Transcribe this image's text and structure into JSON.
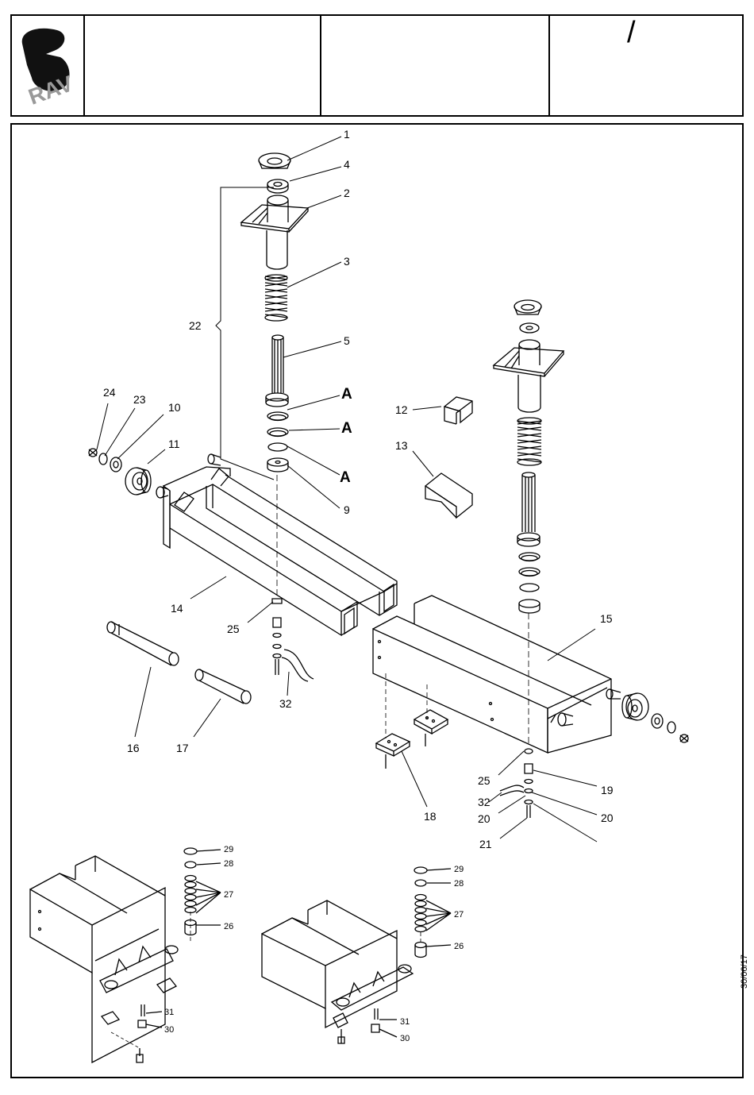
{
  "header": {
    "logo_text": "RAV",
    "cell_mark": "/"
  },
  "date_stamp": "30/06/17",
  "callouts": {
    "c1": "1",
    "c4": "4",
    "c2": "2",
    "c3": "3",
    "c22": "22",
    "c5": "5",
    "cA1": "A",
    "cA2": "A",
    "cA3": "A",
    "c9": "9",
    "c24": "24",
    "c23": "23",
    "c10": "10",
    "c11": "11",
    "c12": "12",
    "c13": "13",
    "c14": "14",
    "c25a": "25",
    "c32a": "32",
    "c15": "15",
    "c16": "16",
    "c17": "17",
    "c18": "18",
    "c25b": "25",
    "c19": "19",
    "c32b": "32",
    "c20a": "20",
    "c20b": "20",
    "c21": "21",
    "d1_29": "29",
    "d1_28": "28",
    "d1_27": "27",
    "d1_26": "26",
    "d1_31": "31",
    "d1_30": "30",
    "d2_29": "29",
    "d2_28": "28",
    "d2_27": "27",
    "d2_26": "26",
    "d2_31": "31",
    "d2_30": "30"
  }
}
